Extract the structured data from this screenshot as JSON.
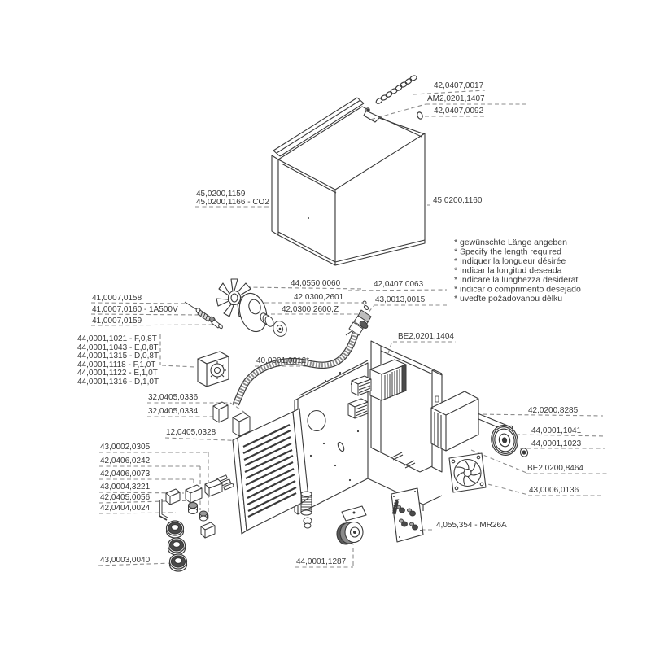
{
  "colors": {
    "background": "#ffffff",
    "line": "#3a3a3a",
    "leader": "#8c8c8c",
    "text": "#3a3a3a",
    "dark_fill": "#4a4a4a"
  },
  "notes": [
    "* gewünschte Länge angeben",
    "* Specify the length required",
    "* Indiquer la longueur désirée",
    "* Indicar la longitud deseada",
    "* Indicare la lunghezza desiderat",
    "* indicar o comprimento desejado",
    "* uveďte požadovanou délku"
  ],
  "labels": {
    "chain": "42,0407,0017",
    "hinge_pin": "AM2,0201,1407",
    "o_ring": "42,0407,0092",
    "cover_a1": "45,0200,1159",
    "cover_a2": "45,0200,1166 - CO2",
    "cover_b": "45,0200,1160",
    "fan_impeller": "44,0550,0060",
    "fan_disc": "42,0300,2601",
    "fan_disc_z": "42,0300,2600,Z",
    "valve_fitting": "42,0407,0063",
    "gas_valve": "43,0013,0015",
    "tip_a": "41,0007,0158",
    "tip_b": "41,0007,0160 - 1A500V",
    "tip_c": "41,0007,0159",
    "feed_roll_1": "44,0001,1021 - F,0,8T",
    "feed_roll_2": "44,0001,1043 - E,0,8T",
    "feed_roll_3": "44,0001,1315 - D,0,8T",
    "feed_roll_4": "44,0001,1118 - F,1,0T",
    "feed_roll_5": "44,0001,1122 - E,1,0T",
    "feed_roll_6": "44,0001,1316 - D,1,0T",
    "hose": "40,0001,0012*",
    "housing": "BE2,0201,1404",
    "box_a": "32,0405,0336",
    "box_b": "32,0405,0334",
    "panel_insert": "12,0405,0328",
    "col_1": "43,0002,0305",
    "col_2": "42,0406,0242",
    "col_3": "42,0406,0073",
    "col_4": "43,0004,3221",
    "col_5": "42,0405,0056",
    "col_6": "42,0404,0024",
    "knobs": "43,0003,0040",
    "caster": "44,0001,1287",
    "mr26a": "4,055,354 - MR26A",
    "axle": "42,0200,8285",
    "wheel": "44,0001,1041",
    "hub_cap": "44,0001,1023",
    "rear_panel": "BE2,0200,8464",
    "axial_fan": "43,0006,0136",
    "mr26a_panel_text": "MR26A"
  }
}
